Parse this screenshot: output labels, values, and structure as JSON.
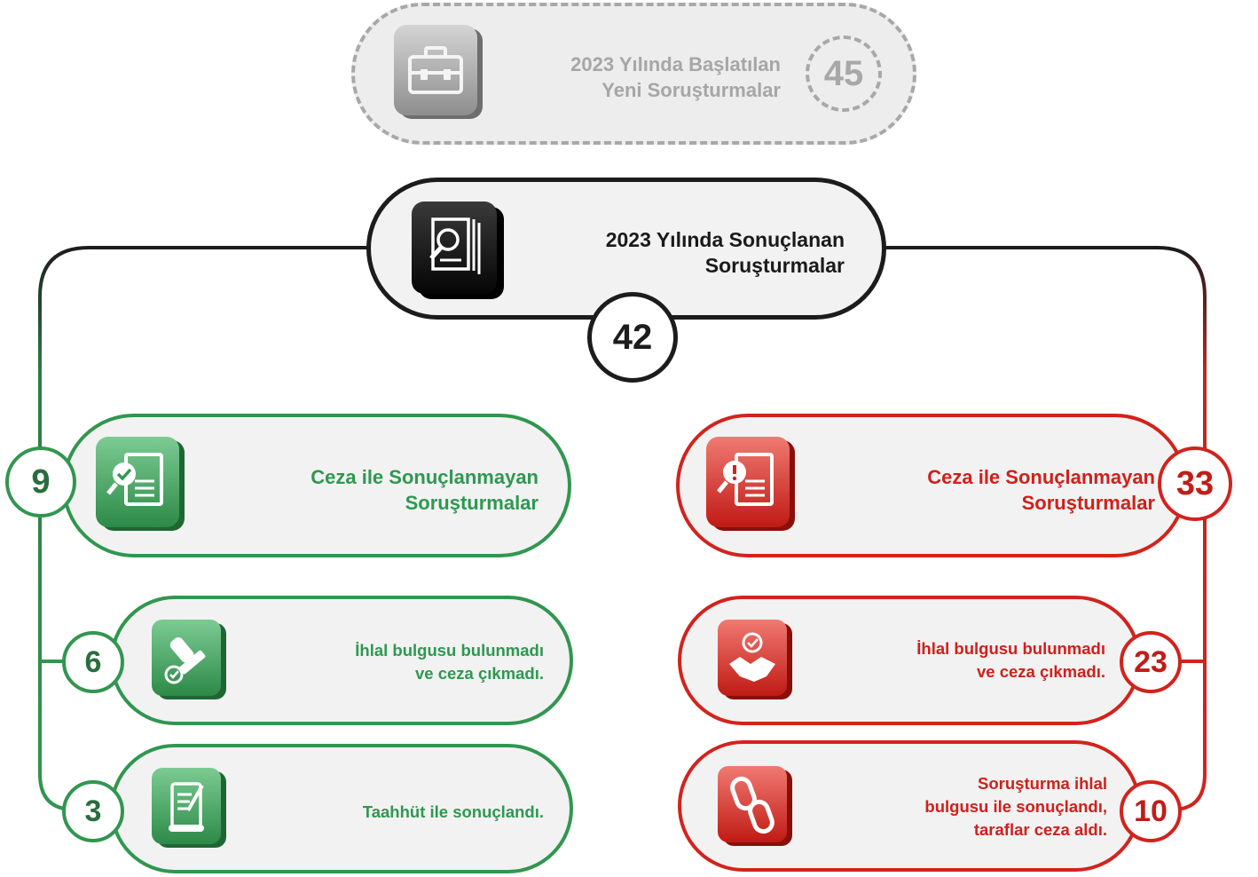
{
  "colors": {
    "gray": "#a8a8a8",
    "dark": "#1c1c1c",
    "green": "#31964f",
    "red": "#d2231d",
    "pill_bg": "#f2f2f2"
  },
  "top_box": {
    "icon": "briefcase-icon",
    "title_line1": "2023 Yılında Başlatılan",
    "title_line2": "Yeni Soruşturmalar",
    "count": "45"
  },
  "main_box": {
    "icon": "document-search-icon",
    "title_line1": "2023 Yılında Sonuçlanan",
    "title_line2": "Soruşturmalar",
    "count": "42"
  },
  "green_branch": {
    "header": {
      "icon": "document-check-icon",
      "title_line1": "Ceza ile Sonuçlanmayan",
      "title_line2": "Soruşturmalar",
      "count": "9"
    },
    "items": [
      {
        "icon": "stamp-check-icon",
        "line1": "İhlal bulgusu bulunmadı",
        "line2": "ve ceza çıkmadı.",
        "count": "6"
      },
      {
        "icon": "commitment-scroll-icon",
        "line1": "Taahhüt ile sonuçlandı.",
        "count": "3"
      }
    ]
  },
  "red_branch": {
    "header": {
      "icon": "document-alert-icon",
      "title_line1": "Ceza ile Sonuçlanmayan",
      "title_line2": "Soruşturmalar",
      "count": "33"
    },
    "items": [
      {
        "icon": "handshake-check-icon",
        "line1": "İhlal bulgusu bulunmadı",
        "line2": "ve ceza çıkmadı.",
        "count": "23"
      },
      {
        "icon": "chain-link-icon",
        "line1": "Soruşturma ihlal",
        "line2": "bulgusu ile sonuçlandı,",
        "line3": "taraflar ceza aldı.",
        "count": "10"
      }
    ]
  }
}
